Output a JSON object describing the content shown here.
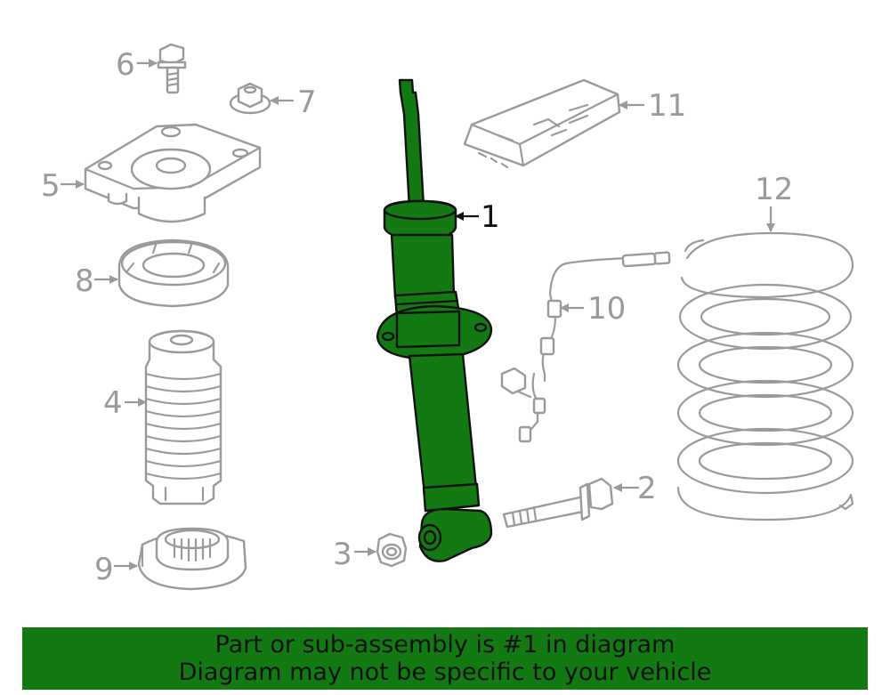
{
  "callouts": {
    "c1": "1",
    "c2": "2",
    "c3": "3",
    "c4": "4",
    "c5": "5",
    "c6": "6",
    "c7": "7",
    "c8": "8",
    "c9": "9",
    "c10": "10",
    "c11": "11",
    "c12": "12"
  },
  "highlighted_part": "1",
  "colors": {
    "highlight": "#137a13",
    "outline": "#9a9a9a",
    "banner": "#137a13"
  },
  "banner": {
    "line1": "Part or sub-assembly is #1 in diagram",
    "line2": "Diagram may not be specific to your vehicle"
  }
}
